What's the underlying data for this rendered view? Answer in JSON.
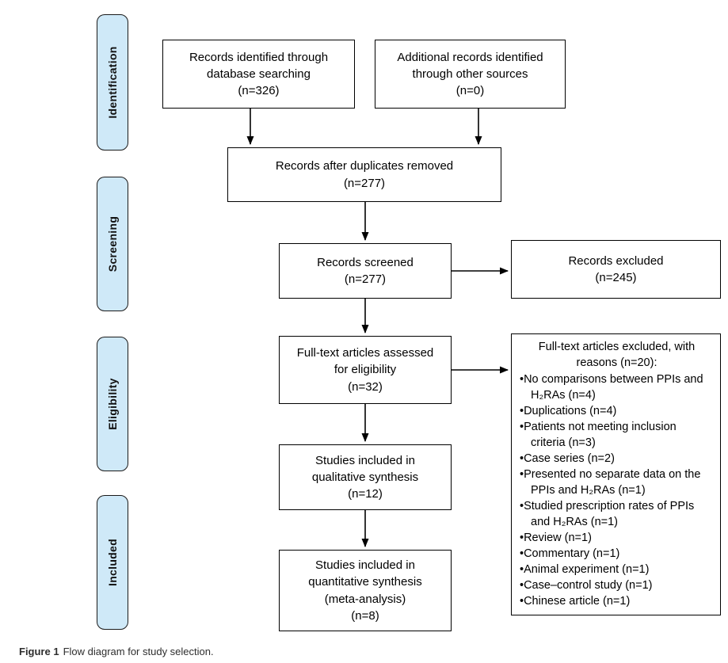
{
  "colors": {
    "stage_fill": "#cfe9f8",
    "line": "#000000",
    "caption_color": "#2e2e2e"
  },
  "stages": [
    {
      "label": "Identification"
    },
    {
      "label": "Screening"
    },
    {
      "label": "Eligibility"
    },
    {
      "label": "Included"
    }
  ],
  "boxes": {
    "identified": {
      "label": "Records identified through\ndatabase searching\n(n=326)"
    },
    "additional": {
      "label": "Additional records identified\nthrough other sources\n(n=0)"
    },
    "duplicates_removed": {
      "label": "Records after duplicates removed\n(n=277)"
    },
    "screened": {
      "label": "Records screened\n(n=277)"
    },
    "records_excluded": {
      "label": "Records excluded\n(n=245)"
    },
    "fulltext_assessed": {
      "label": "Full-text articles assessed\nfor eligibility\n(n=32)"
    },
    "fulltext_excluded": {
      "heading": "Full-text articles excluded, with\nreasons (n=20):",
      "reasons": [
        "No comparisons between PPIs and H₂RAs (n=4)",
        "Duplications (n=4)",
        "Patients not meeting inclusion criteria (n=3)",
        "Case series (n=2)",
        "Presented no separate data on the PPIs and H₂RAs (n=1)",
        "Studied prescription rates of PPIs and H₂RAs (n=1)",
        "Review (n=1)",
        "Commentary (n=1)",
        "Animal experiment (n=1)",
        "Case–control study (n=1)",
        "Chinese article (n=1)"
      ]
    },
    "qualitative": {
      "label": "Studies included in\nqualitative synthesis\n(n=12)"
    },
    "quantitative": {
      "label": "Studies included in\nquantitative synthesis\n(meta-analysis)\n(n=8)"
    }
  },
  "caption": {
    "label": "Figure 1",
    "text": "Flow diagram for study selection."
  }
}
